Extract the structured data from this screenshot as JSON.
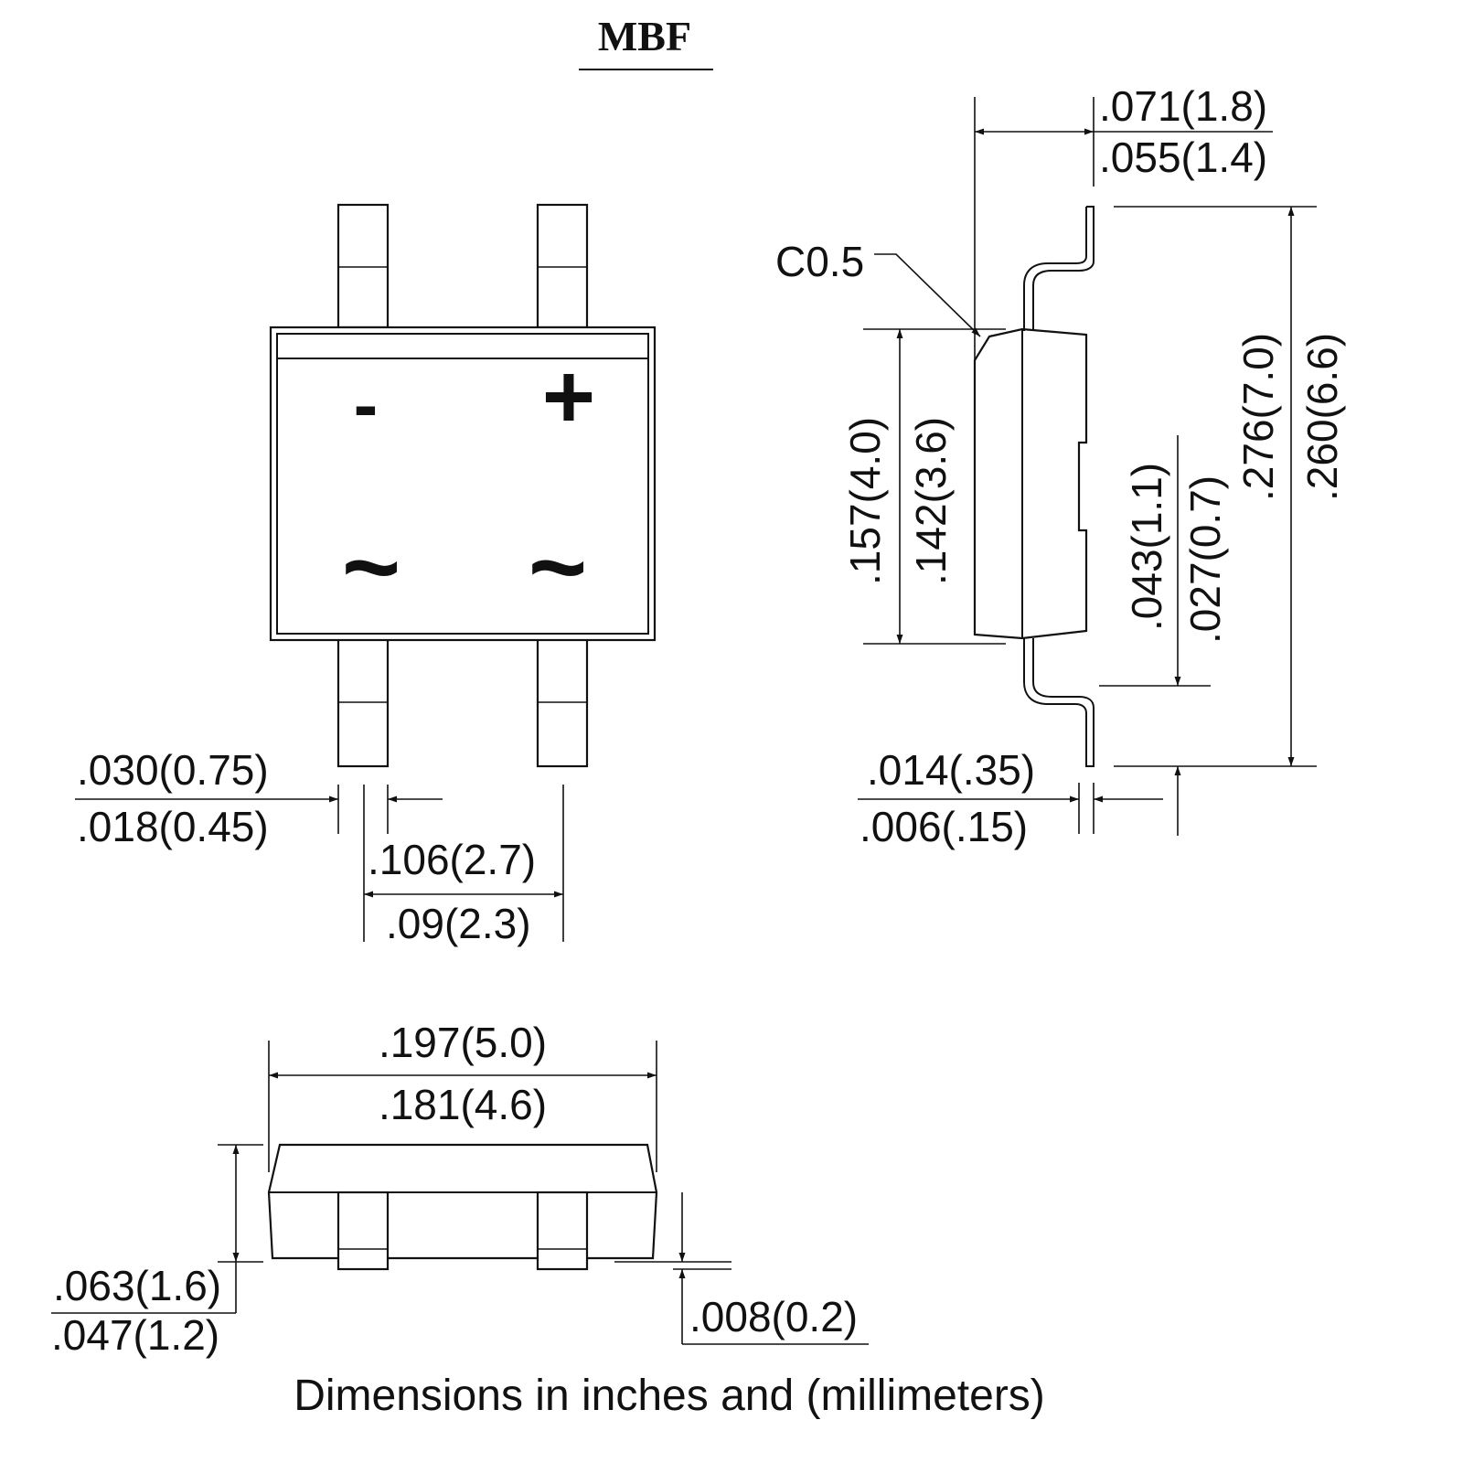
{
  "title": "MBF",
  "top_view": {
    "minus_marking": "-",
    "plus_marking": "+",
    "ac_marking_left": "~",
    "ac_marking_right": "~",
    "lead_width_max": ".030(0.75)",
    "lead_width_min": ".018(0.45)",
    "lead_pitch_max": ".106(2.7)",
    "lead_pitch_min": ".09(2.3)"
  },
  "side_view": {
    "chamfer": "C0.5",
    "standoff_max": ".071(1.8)",
    "standoff_min": ".055(1.4)",
    "body_height_max": ".157(4.0)",
    "body_height_min": ".142(3.6)",
    "overall_length_max": ".276(7.0)",
    "overall_length_min": ".260(6.6)",
    "foot_length_max": ".043(1.1)",
    "foot_length_min": ".027(0.7)",
    "lead_thickness_max": ".014(.35)",
    "lead_thickness_min": ".006(.15)"
  },
  "end_view": {
    "body_width_max": ".197(5.0)",
    "body_width_min": ".181(4.6)",
    "height_max": ".063(1.6)",
    "height_min": ".047(1.2)",
    "clearance": ".008(0.2)"
  },
  "footer": "Dimensions in inches and (millimeters)"
}
